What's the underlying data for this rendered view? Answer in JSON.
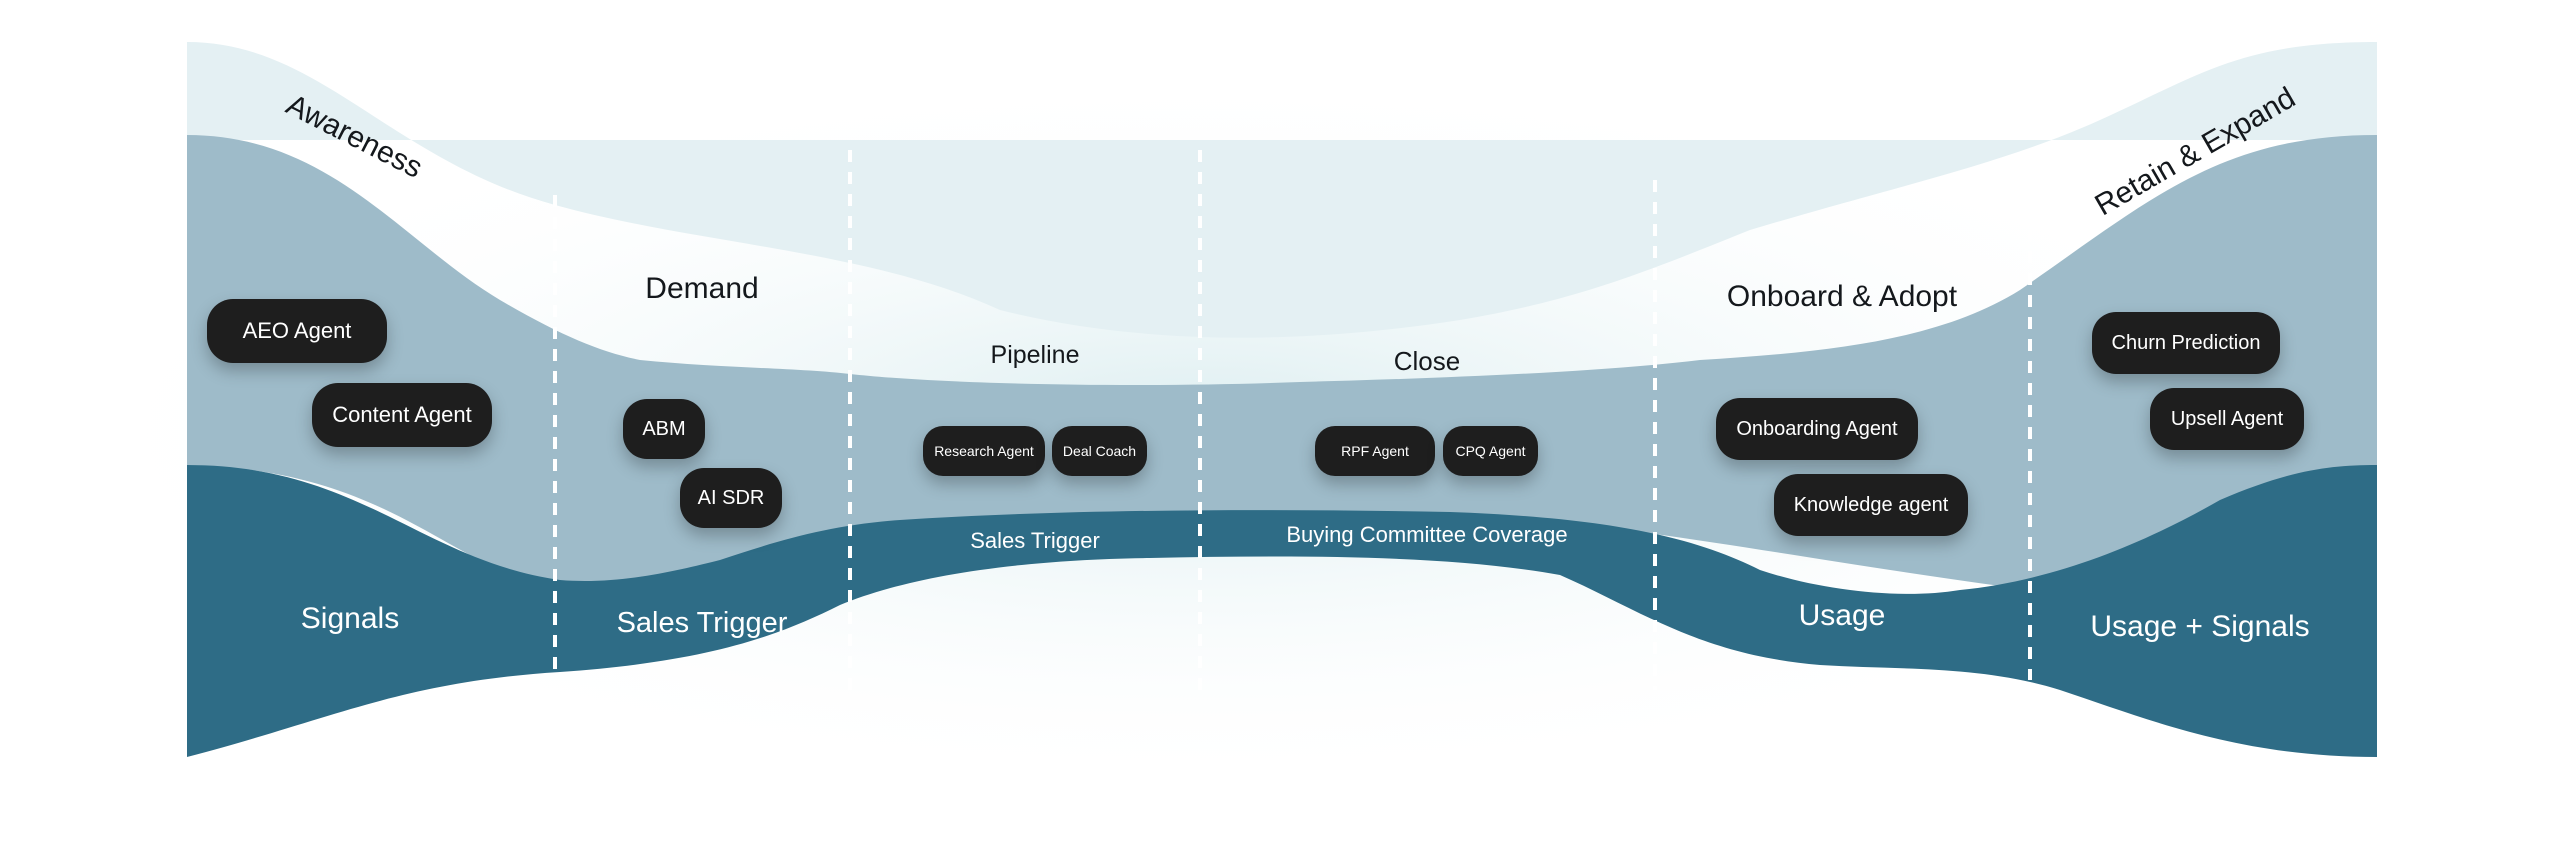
{
  "colors": {
    "top_band": "#e4f0f3",
    "mid_band": "#9ebbc9",
    "bottom_band": "#2e6c86",
    "pill": "#1e1e1e",
    "divider": "#ffffff"
  },
  "stages": {
    "awareness": "Awareness",
    "demand": "Demand",
    "pipeline": "Pipeline",
    "close": "Close",
    "onboard": "Onboard & Adopt",
    "retain": "Retain & Expand"
  },
  "bottom_labels": {
    "signals": "Signals",
    "sales_trigger_demand": "Sales Trigger",
    "sales_trigger_pipeline": "Sales Trigger",
    "buying_committee": "Buying Committee Coverage",
    "usage": "Usage",
    "usage_signals": "Usage + Signals"
  },
  "agents": {
    "aeo": "AEO Agent",
    "content": "Content Agent",
    "abm": "ABM",
    "ai_sdr": "AI SDR",
    "research": "Research Agent",
    "deal_coach": "Deal Coach",
    "rpf": "RPF Agent",
    "cpq": "CPQ Agent",
    "onboarding": "Onboarding Agent",
    "knowledge": "Knowledge agent",
    "churn": "Churn Prediction",
    "upsell": "Upsell Agent"
  }
}
